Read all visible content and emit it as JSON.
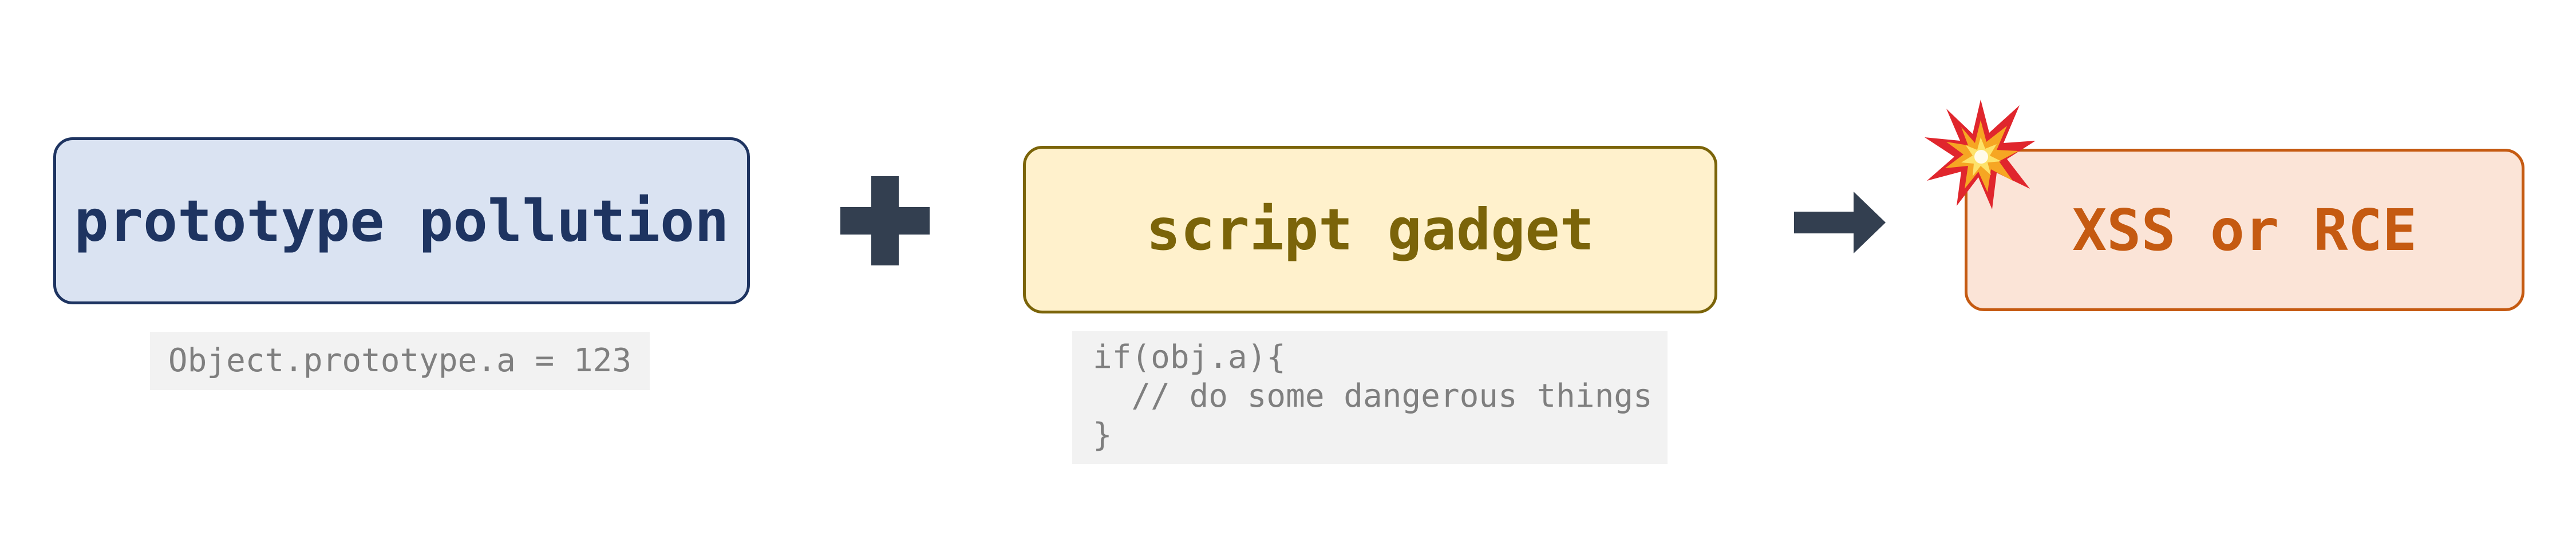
{
  "diagram": {
    "boxes": {
      "prototype_pollution": "prototype pollution",
      "script_gadget": "script gadget",
      "result": "XSS or RCE"
    },
    "code": {
      "pollution_example": "Object.prototype.a = 123",
      "gadget_lines": [
        "if(obj.a){",
        "  // do some dangerous things",
        "}"
      ]
    },
    "operators": {
      "combine": "plus-icon",
      "leads_to": "arrow-right-icon",
      "explosion": "collision-icon"
    },
    "colors": {
      "pollution_fill": "#dae3f2",
      "pollution_stroke": "#1e3461",
      "gadget_fill": "#fff1cc",
      "gadget_stroke": "#7b6409",
      "result_fill": "#fbe4d7",
      "result_stroke": "#c55a11",
      "operator": "#333f50",
      "code_bg": "#f2f2f2",
      "code_text": "#7f7f7f"
    }
  }
}
